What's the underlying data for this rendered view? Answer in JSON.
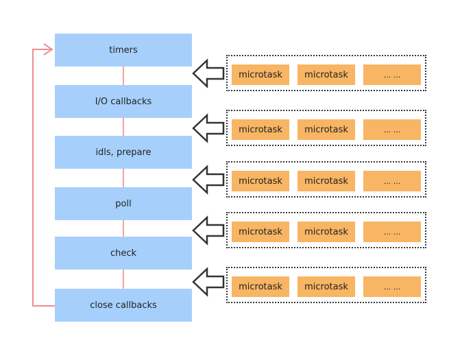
{
  "phases": [
    {
      "label": "timers"
    },
    {
      "label": "I/O callbacks"
    },
    {
      "label": "idls, prepare"
    },
    {
      "label": "poll"
    },
    {
      "label": "check"
    },
    {
      "label": "close callbacks"
    }
  ],
  "queues": [
    {
      "tasks": [
        "microtask",
        "microtask",
        "... ..."
      ]
    },
    {
      "tasks": [
        "microtask",
        "microtask",
        "... ..."
      ]
    },
    {
      "tasks": [
        "microtask",
        "microtask",
        "... ..."
      ]
    },
    {
      "tasks": [
        "microtask",
        "microtask",
        "... ..."
      ]
    },
    {
      "tasks": [
        "microtask",
        "microtask",
        "... ..."
      ]
    }
  ],
  "colors": {
    "phase_fill": "#a6d0fb",
    "task_fill": "#f8b563",
    "connector": "#f4a2a2",
    "loop_arrow": "#f08c8c",
    "queue_border": "#333333"
  }
}
